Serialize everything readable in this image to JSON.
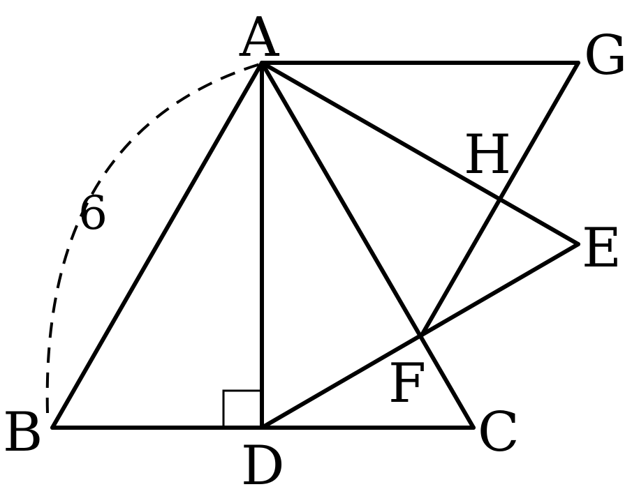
{
  "points": {
    "A": "A",
    "B": "B",
    "C": "C",
    "D": "D",
    "E": "E",
    "F": "F",
    "G": "G",
    "H": "H"
  },
  "side_length": "6",
  "colors": {
    "stroke": "#000000",
    "background": "#ffffff"
  }
}
